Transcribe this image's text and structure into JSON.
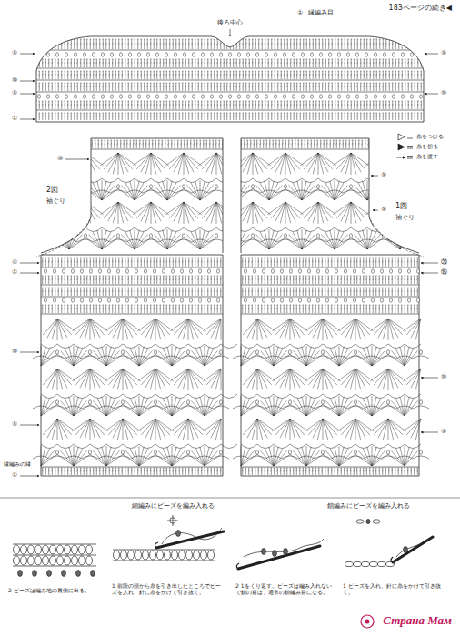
{
  "diagram": {
    "labels": [
      "183ページの続き◀",
      "後ろ中心",
      "①",
      "縁編み目",
      "⑤",
      "⑩",
      "⑤",
      "①",
      "⑤",
      "⑩",
      "⑩",
      "2図",
      "袖ぐり",
      "⑤",
      "⑤",
      "1図",
      "袖ぐり",
      "④",
      "①",
      "⑩",
      "⑤",
      "⑳",
      "⑮",
      "⑩",
      "⑤",
      "縁編みの縁",
      "①",
      "細編みにビーズを編み入れる",
      "鎖編みにビーズを編み入れる",
      "2 ビーズは編み地の裏側に出る。",
      "1 前段の頭から糸を引き出したところでビーズを入れ、針に糸をかけて引き抜く。",
      "2 1をくり返す。ビーズは編み入れないで鎖の目は、通常の鎖編み目になる。",
      "1 ビーズを入れ、針に糸をかけて引き抜く。",
      "Страна Мам"
    ],
    "legend": [
      {
        "text": "糸をつける"
      },
      {
        "text": "糸を切る"
      },
      {
        "text": "糸を渡す"
      }
    ]
  }
}
